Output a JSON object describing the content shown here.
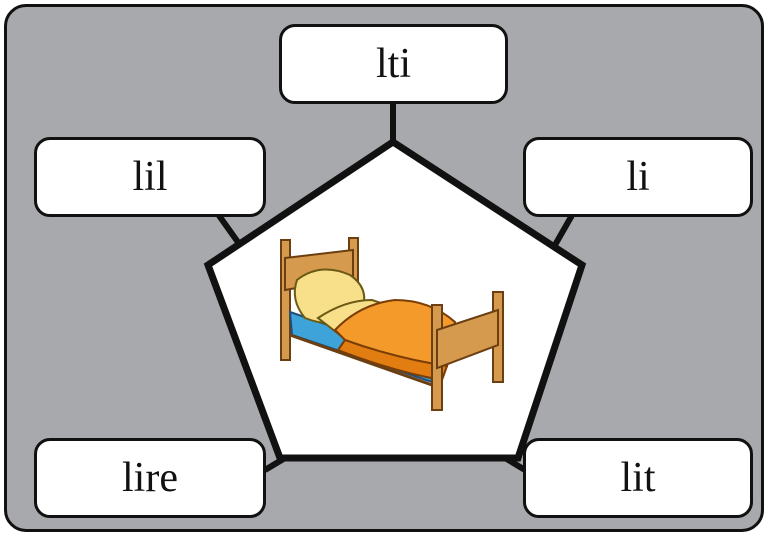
{
  "words": {
    "top": "lti",
    "upper_left": "lil",
    "upper_right": "li",
    "lower_left": "lire",
    "lower_right": "lit"
  },
  "center_picture": "bed-icon",
  "colors": {
    "board": "#a7a9ac",
    "outline": "#111111",
    "box_fill": "#ffffff",
    "blanket": "#f39a2b",
    "pillow": "#f8e08a",
    "wood": "#d59a4e",
    "sheet": "#3ea3d8"
  }
}
